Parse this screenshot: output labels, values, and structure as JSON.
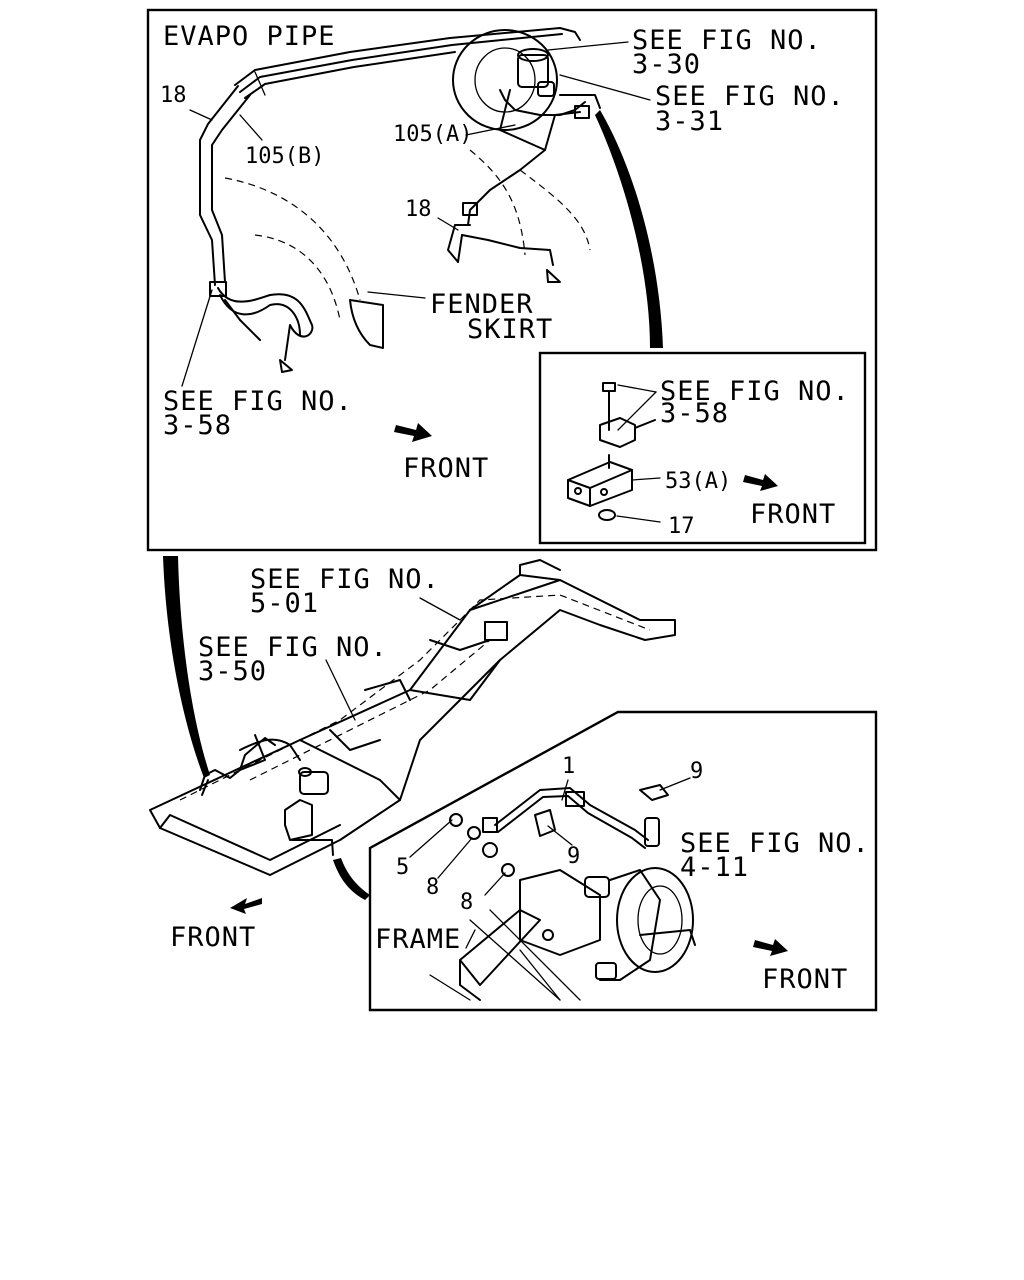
{
  "top_panel": {
    "evapo_pipe": "EVAPO PIPE",
    "ref_3_30": {
      "line1": "SEE FIG NO.",
      "line2": "3-30"
    },
    "ref_3_31": {
      "line1": "SEE FIG NO.",
      "line2": "3-31"
    },
    "ref_3_58": {
      "line1": "SEE FIG NO.",
      "line2": "3-58"
    },
    "part_18_left": "18",
    "part_18_mid": "18",
    "part_105a": "105(A)",
    "part_105b": "105(B)",
    "fender_skirt": {
      "line1": "FENDER",
      "line2": "SKIRT"
    },
    "front": "FRONT"
  },
  "inset_top": {
    "ref_3_58": {
      "line1": "SEE FIG NO.",
      "line2": "3-58"
    },
    "part_53a": "53(A)",
    "part_17": "17",
    "front": "FRONT"
  },
  "bottom_panel": {
    "ref_5_01": {
      "line1": "SEE FIG NO.",
      "line2": "5-01"
    },
    "ref_3_50": {
      "line1": "SEE FIG NO.",
      "line2": "3-50"
    },
    "front": "FRONT"
  },
  "inset_bottom": {
    "part_1": "1",
    "part_9_top": "9",
    "part_9_mid": "9",
    "part_5": "5",
    "part_8_a": "8",
    "part_8_b": "8",
    "ref_4_11": {
      "line1": "SEE FIG NO.",
      "line2": "4-11"
    },
    "frame": "FRAME",
    "front": "FRONT"
  },
  "icons": {
    "front_arrow": "front-arrow-icon",
    "callout_leader": "callout-leader-icon"
  },
  "colors": {
    "ink": "#000000",
    "paper": "#ffffff"
  }
}
